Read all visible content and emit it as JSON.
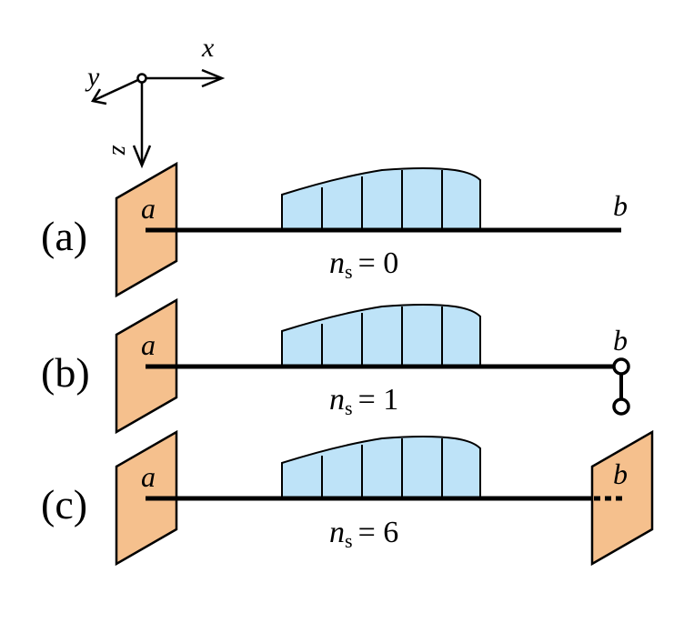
{
  "axes": {
    "x": "x",
    "y": "y",
    "z": "z"
  },
  "panels": [
    {
      "tag": "(a)",
      "end_a": "a",
      "end_b": "b",
      "ns_symbol": "n",
      "ns_sub": "s",
      "ns_eq": "= 0",
      "b_support": "free"
    },
    {
      "tag": "(b)",
      "end_a": "a",
      "end_b": "b",
      "ns_symbol": "n",
      "ns_sub": "s",
      "ns_eq": "= 1",
      "b_support": "pinned link"
    },
    {
      "tag": "(c)",
      "end_a": "a",
      "end_b": "b",
      "ns_symbol": "n",
      "ns_sub": "s",
      "ns_eq": "= 6",
      "b_support": "fixed wall"
    }
  ],
  "colors": {
    "wall": "#F5C08D",
    "load": "#BEE3F8",
    "line": "#000000"
  }
}
